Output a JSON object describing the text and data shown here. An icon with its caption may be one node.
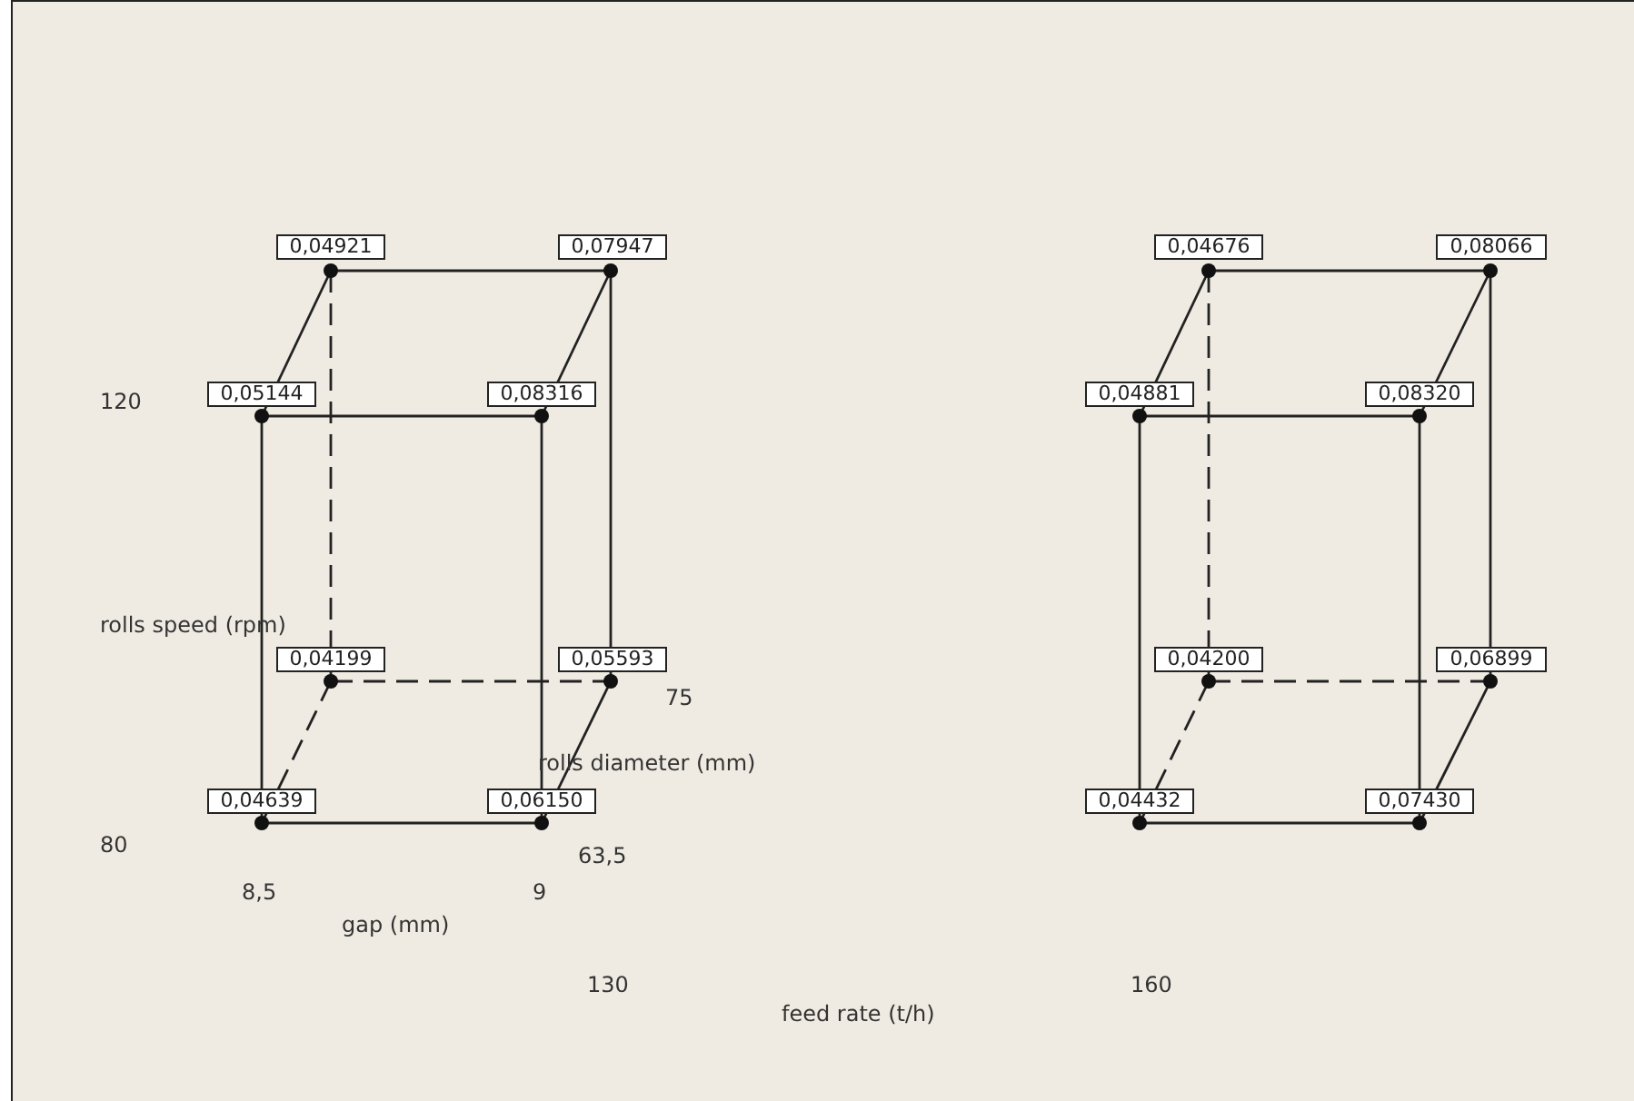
{
  "diagram": {
    "nodes": [
      {
        "text": [
          "0,04921"
        ]
      },
      {
        "text": [
          "0,07947"
        ]
      },
      {
        "text": [
          "0,05144"
        ]
      },
      {
        "text": [
          "0,08316"
        ]
      },
      {
        "text": [
          "0,04199"
        ]
      },
      {
        "text": [
          "0,05593"
        ]
      },
      {
        "text": [
          "0,04639"
        ]
      },
      {
        "text": [
          "0,06150"
        ]
      },
      {
        "text": [
          "0,04676"
        ]
      },
      {
        "text": [
          "0,08066"
        ]
      },
      {
        "text": [
          "0,04881"
        ]
      },
      {
        "text": [
          "0,08320"
        ]
      },
      {
        "text": [
          "0,04200"
        ]
      },
      {
        "text": [
          "0,06899"
        ]
      },
      {
        "text": [
          "0,04432"
        ]
      },
      {
        "text": [
          "0,07430"
        ]
      }
    ],
    "edges": [
      {
        "from": 0,
        "to": 1,
        "arrow": "none"
      },
      {
        "from": 0,
        "to": 2,
        "arrow": "none"
      },
      {
        "from": 1,
        "to": 3,
        "arrow": "none"
      },
      {
        "from": 2,
        "to": 3,
        "arrow": "none"
      },
      {
        "from": 0,
        "to": 4,
        "arrow": "none",
        "style": "dashed"
      },
      {
        "from": 1,
        "to": 5,
        "arrow": "none"
      },
      {
        "from": 2,
        "to": 6,
        "arrow": "none"
      },
      {
        "from": 3,
        "to": 7,
        "arrow": "none"
      },
      {
        "from": 4,
        "to": 5,
        "arrow": "none",
        "style": "dashed"
      },
      {
        "from": 4,
        "to": 6,
        "arrow": "none",
        "style": "dashed"
      },
      {
        "from": 5,
        "to": 7,
        "arrow": "none"
      },
      {
        "from": 6,
        "to": 7,
        "arrow": "none"
      },
      {
        "from": 8,
        "to": 9,
        "arrow": "none"
      },
      {
        "from": 8,
        "to": 10,
        "arrow": "none"
      },
      {
        "from": 9,
        "to": 11,
        "arrow": "none"
      },
      {
        "from": 10,
        "to": 11,
        "arrow": "none"
      },
      {
        "from": 8,
        "to": 12,
        "arrow": "none",
        "style": "dashed"
      },
      {
        "from": 9,
        "to": 13,
        "arrow": "none"
      },
      {
        "from": 10,
        "to": 14,
        "arrow": "none"
      },
      {
        "from": 11,
        "to": 15,
        "arrow": "none"
      },
      {
        "from": 12,
        "to": 13,
        "arrow": "none",
        "style": "dashed"
      },
      {
        "from": 12,
        "to": 14,
        "arrow": "none",
        "style": "dashed"
      },
      {
        "from": 13,
        "to": 15,
        "arrow": "none"
      },
      {
        "from": 14,
        "to": 15,
        "arrow": "none"
      }
    ],
    "labels": [
      "120",
      "rolls speed (rpm)",
      "75",
      "rolls diameter (mm)",
      "80",
      "63,5",
      "8,5",
      "gap (mm)",
      "9",
      "130",
      "feed rate (t/h)",
      "160"
    ]
  }
}
